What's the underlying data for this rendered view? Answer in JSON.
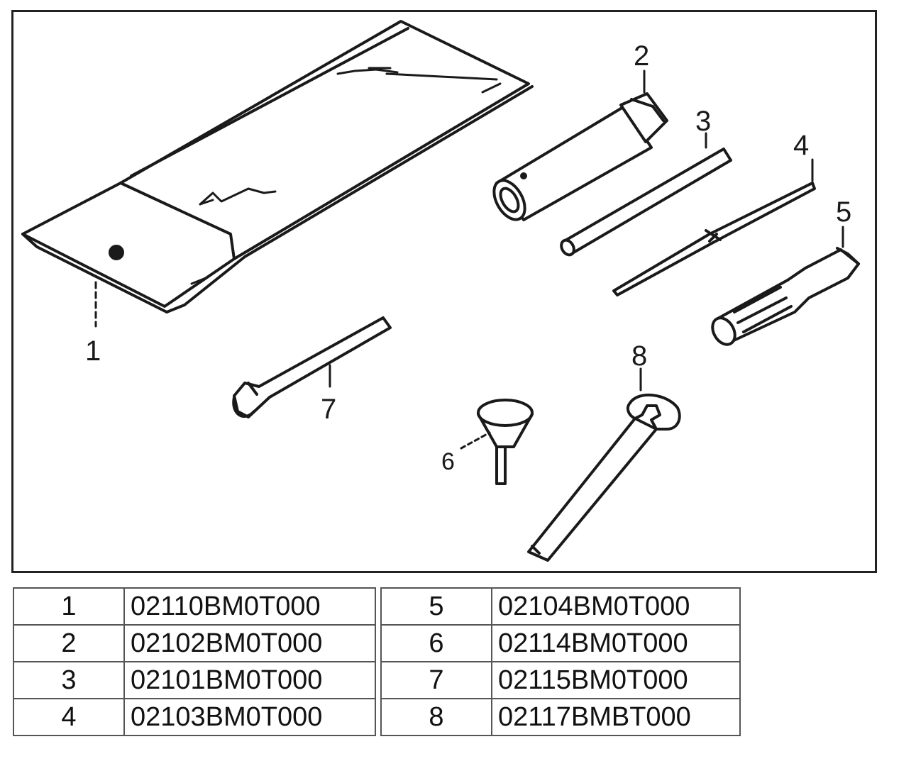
{
  "diagram": {
    "callouts": [
      "1",
      "2",
      "3",
      "4",
      "5",
      "6",
      "7",
      "8"
    ],
    "parts": {
      "1": "tool-bag-icon",
      "2": "box-wrench-icon",
      "3": "tommy-bar-icon",
      "4": "screwdriver-blade-icon",
      "5": "screwdriver-handle-icon",
      "6": "funnel-icon",
      "7": "hook-spanner-icon",
      "8": "open-end-wrench-icon"
    }
  },
  "parts_table": {
    "left": [
      {
        "num": "1",
        "code": "02110BM0T000"
      },
      {
        "num": "2",
        "code": "02102BM0T000"
      },
      {
        "num": "3",
        "code": "02101BM0T000"
      },
      {
        "num": "4",
        "code": "02103BM0T000"
      }
    ],
    "right": [
      {
        "num": "5",
        "code": "02104BM0T000"
      },
      {
        "num": "6",
        "code": "02114BM0T000"
      },
      {
        "num": "7",
        "code": "02115BM0T000"
      },
      {
        "num": "8",
        "code": "02117BMBT000"
      }
    ]
  }
}
